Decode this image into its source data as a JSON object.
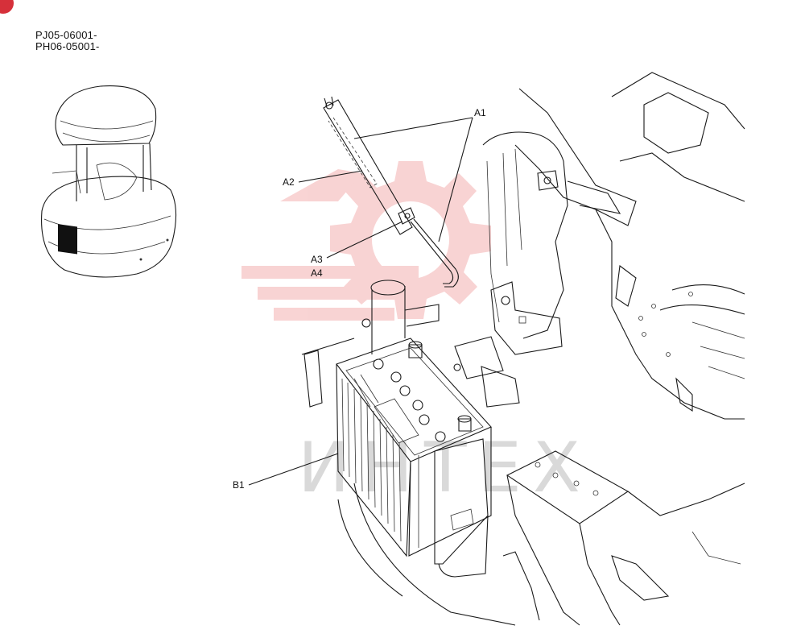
{
  "serials": [
    "PJ05-06001-",
    "PH06-05001-"
  ],
  "callouts": {
    "a1": "A1",
    "a2": "A2",
    "a3": "A3",
    "a4": "A4",
    "b1": "B1"
  },
  "watermark_text": "ИНТЕХ",
  "colors": {
    "watermark_logo": "#f0a0a0",
    "corner_badge": "#d6303a"
  },
  "icons": {
    "corner_badge": "red-circle-badge",
    "watermark_logo": "gear-logo"
  }
}
